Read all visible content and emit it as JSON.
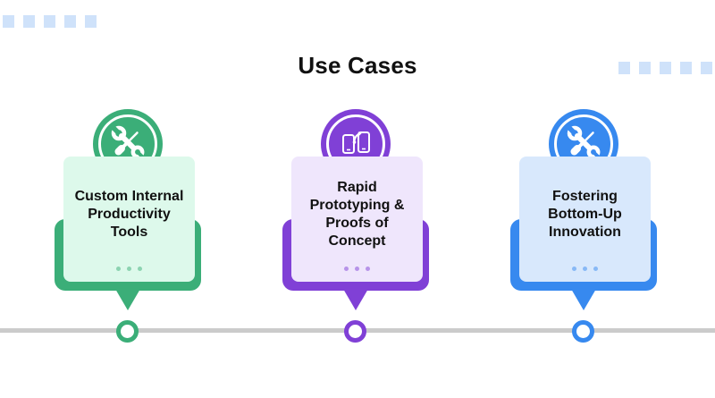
{
  "title": "Use Cases",
  "colors": {
    "timeline": "#cbcbcb",
    "decor_square": "#cfe2fa",
    "text": "#111111"
  },
  "cards": [
    {
      "name": "custom-internal-productivity-tools",
      "lines": [
        "Custom Internal",
        "Productivity",
        "Tools"
      ],
      "icon": "wrench-screwdriver-icon",
      "accent": "#3bae78",
      "bg": "#ddf9eb"
    },
    {
      "name": "rapid-prototyping-proofs-of-concept",
      "lines": [
        "Rapid",
        "Prototyping &",
        "Proofs of",
        "Concept"
      ],
      "icon": "devices-sync-icon",
      "accent": "#8040d6",
      "bg": "#efe6fc"
    },
    {
      "name": "fostering-bottom-up-innovation",
      "lines": [
        "Fostering",
        "Bottom-Up",
        "Innovation"
      ],
      "icon": "wrench-screwdriver-icon",
      "accent": "#3789ef",
      "bg": "#d8e8fc"
    }
  ]
}
